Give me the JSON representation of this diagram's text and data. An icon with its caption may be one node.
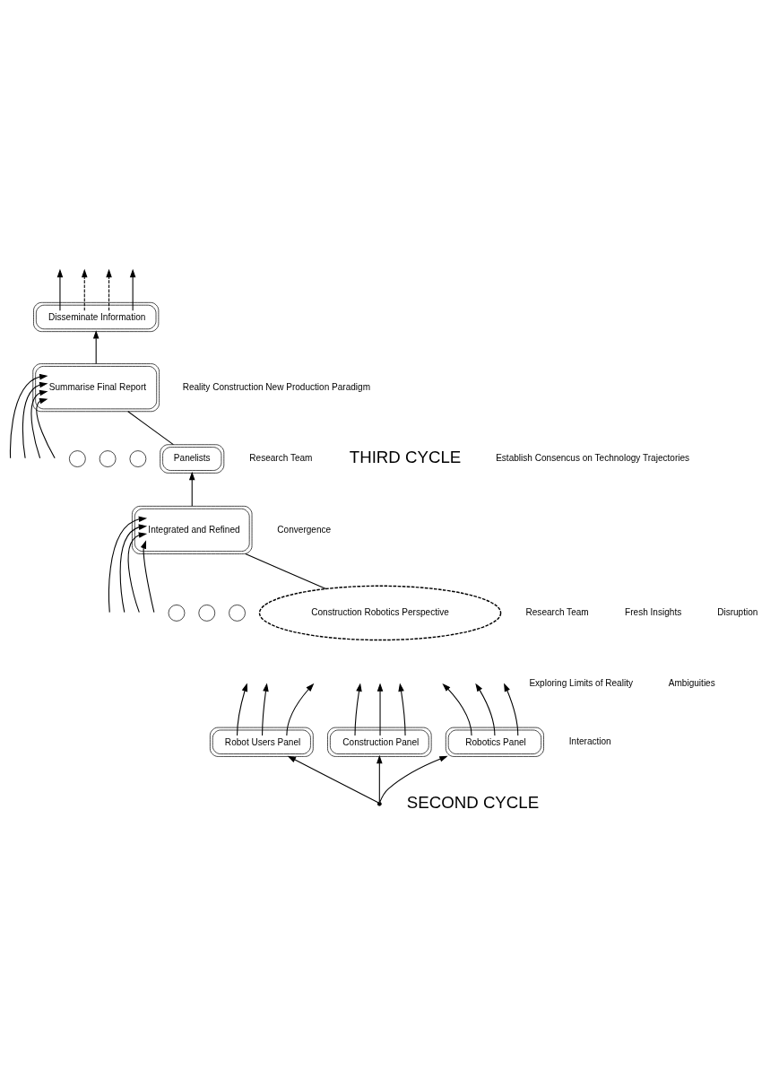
{
  "diagram": {
    "nodes": [
      {
        "text": [
          "Disseminate Information"
        ]
      },
      {
        "text": [],
        "shape": "circle"
      },
      {
        "text": [],
        "shape": "circle"
      },
      {
        "text": [],
        "shape": "circle"
      },
      {
        "text": [
          "Summarise Final Report"
        ]
      },
      {
        "text": [
          "Panelists"
        ]
      },
      {
        "text": [],
        "shape": "circle"
      },
      {
        "text": [],
        "shape": "circle"
      },
      {
        "text": [],
        "shape": "circle"
      },
      {
        "text": [
          "Integrated and Refined"
        ]
      },
      {
        "text": [
          "Construction Robotics Perspective"
        ]
      },
      {
        "text": [
          "Robot Users Panel"
        ]
      },
      {
        "text": [
          "Construction Panel"
        ]
      },
      {
        "text": [
          "Robotics Panel"
        ]
      },
      {
        "text": [],
        "shape": "point"
      }
    ],
    "edges": [
      {
        "from": 0,
        "to": null,
        "arrow": "to"
      },
      {
        "from": 0,
        "to": null,
        "arrow": "to",
        "style": "dashed"
      },
      {
        "from": 0,
        "to": null,
        "arrow": "to",
        "style": "dashed"
      },
      {
        "from": 0,
        "to": null,
        "arrow": "to"
      },
      {
        "from": null,
        "to": 4,
        "arrow": "to"
      },
      {
        "from": null,
        "to": 4,
        "arrow": "to"
      },
      {
        "from": null,
        "to": 4,
        "arrow": "to"
      },
      {
        "from": null,
        "to": 4,
        "arrow": "to"
      },
      {
        "from": 4,
        "to": 0,
        "arrow": "to"
      },
      {
        "from": 5,
        "to": 4,
        "arrow": "none"
      },
      {
        "from": 9,
        "to": 5,
        "arrow": "to"
      },
      {
        "from": null,
        "to": 9,
        "arrow": "to"
      },
      {
        "from": null,
        "to": 9,
        "arrow": "to"
      },
      {
        "from": null,
        "to": 9,
        "arrow": "to"
      },
      {
        "from": null,
        "to": 9,
        "arrow": "to"
      },
      {
        "from": 10,
        "to": 9,
        "arrow": "none"
      },
      {
        "from": 13,
        "to": null,
        "arrow": "to"
      },
      {
        "from": 13,
        "to": null,
        "arrow": "to"
      },
      {
        "from": 13,
        "to": null,
        "arrow": "to"
      },
      {
        "from": 12,
        "to": null,
        "arrow": "to"
      },
      {
        "from": 12,
        "to": null,
        "arrow": "to"
      },
      {
        "from": 12,
        "to": null,
        "arrow": "to"
      },
      {
        "from": 11,
        "to": null,
        "arrow": "to"
      },
      {
        "from": 11,
        "to": null,
        "arrow": "to"
      },
      {
        "from": 11,
        "to": null,
        "arrow": "to"
      },
      {
        "from": 14,
        "to": 13,
        "arrow": "to"
      },
      {
        "from": 14,
        "to": 12,
        "arrow": "to"
      },
      {
        "from": 14,
        "to": 11,
        "arrow": "to"
      }
    ],
    "labels": [
      "Research Team",
      "Reality Construction New Production Paradigm",
      "THIRD CYCLE",
      "Establish Consencus on Technology Trajectories",
      "Research Team",
      "Convergence",
      "Fresh Insights",
      "Exploring Limits of Reality",
      "Disruption",
      "Ambiguities",
      "Interaction",
      "SECOND CYCLE"
    ]
  }
}
